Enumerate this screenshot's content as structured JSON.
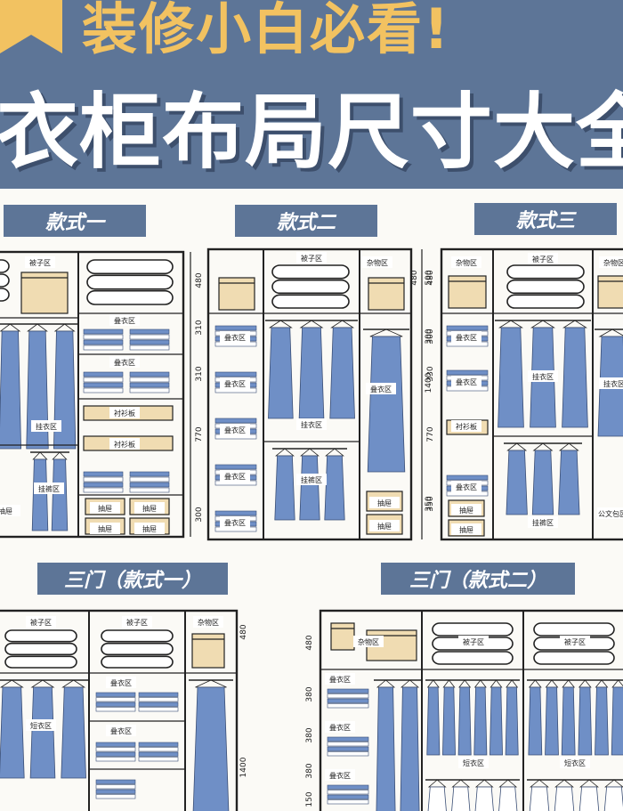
{
  "header": {
    "line1": "装修小白必看!",
    "line2": "衣柜布局尺寸大全"
  },
  "styles": {
    "s1": "款式一",
    "s2": "款式二",
    "s3": "款式三",
    "s4": "三门（款式一）",
    "s5": "三门（款式二）"
  },
  "zones": {
    "quilt": "被子区",
    "misc": "杂物区",
    "fold": "叠衣区",
    "hang": "挂衣区",
    "shirt": "衬衫板",
    "pants": "挂裤区",
    "drawer": "抽屉",
    "short": "短衣区",
    "doc": "公文包区"
  },
  "dims": {
    "d480": "480",
    "d310": "310",
    "d300": "300",
    "d350": "350",
    "d770": "770",
    "d500": "500",
    "d1400": "1400",
    "d330": "330",
    "d380": "380",
    "d150": "150"
  },
  "colors": {
    "header_bg": "#5d7597",
    "yellow": "#f2c261",
    "cloth": "#6f8fc6",
    "box": "#f0dcb2",
    "line": "#222222"
  }
}
